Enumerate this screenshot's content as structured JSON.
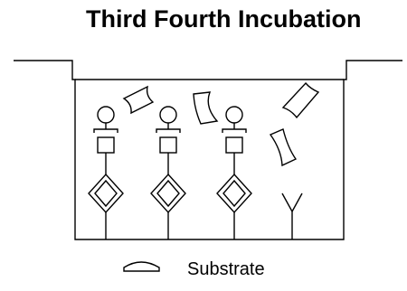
{
  "title": "Third Fourth Incubation",
  "legend": {
    "icon": "substrate-shape",
    "label": "Substrate"
  },
  "colors": {
    "line": "#000000",
    "background": "#ffffff"
  }
}
